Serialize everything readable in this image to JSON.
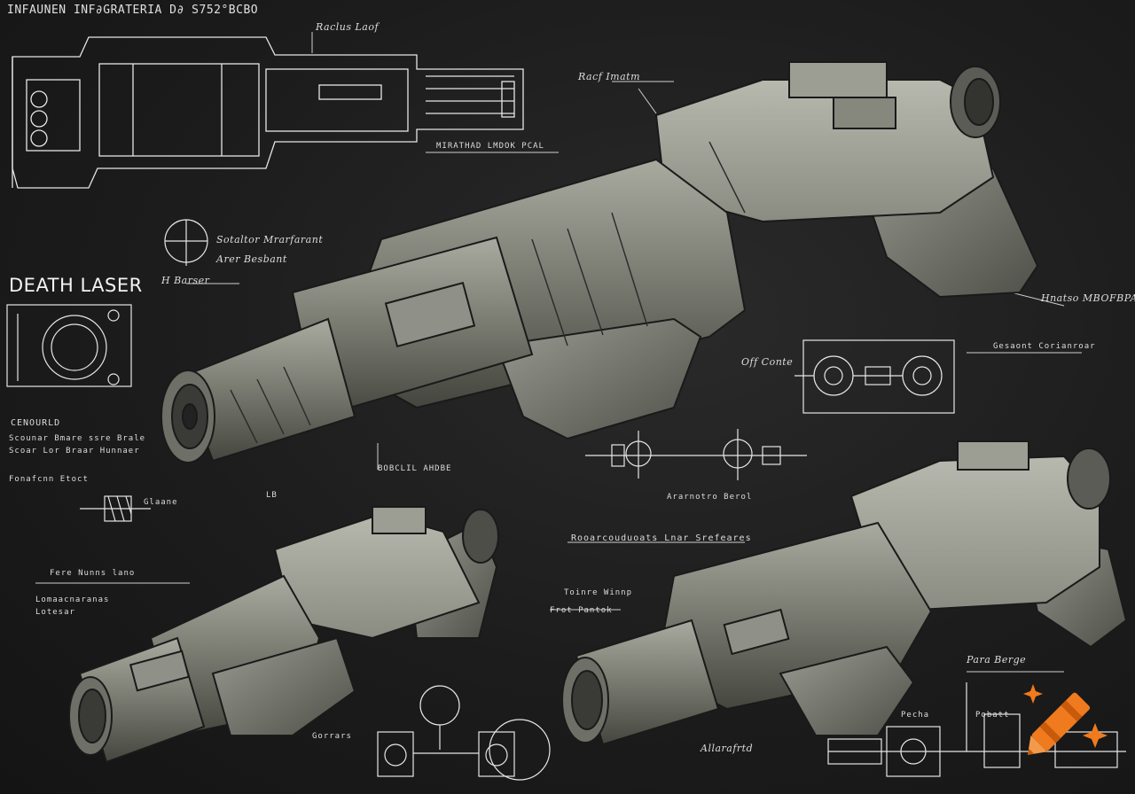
{
  "sheet": {
    "header": "INFAUNEN INF∂GRATERIA  D∂ S752°BCBO",
    "title": "DEATH LASER",
    "background_color": "#1b1b1b",
    "line_color": "#e6e6e6",
    "accent_color": "#f07a1e"
  },
  "annotations": [
    "Raclus Laof",
    "Racf Imatm",
    "MIRATHAD LMDOK  PCAL",
    "Sotaltor Mrarfarant",
    "Arer Besbant",
    "H Barser",
    "CENOURLD",
    "Scounar Bmare ssre Brale",
    "Scoar Lor Braar Hunnaer",
    "Fonafcnn Etoct",
    "Glaane",
    "Hnatso MBOFBPAK",
    "Off Conte",
    "Gesaont Corianroar",
    "BOBCLIL AHDBE",
    "Ararnotro Berol",
    "LB",
    "Rooarcouduoats Lnar Srefeares",
    "Fere Nunns lano",
    "Lomaacnaranas",
    "Lotesar",
    "Toinre Winnp",
    "Frot Pantok",
    "Para Berge",
    "Pecha",
    "Pobatt",
    "Gorrars",
    "Allarafrtd"
  ],
  "icons": [
    "crayon-logo-icon",
    "sparkle-icon"
  ]
}
